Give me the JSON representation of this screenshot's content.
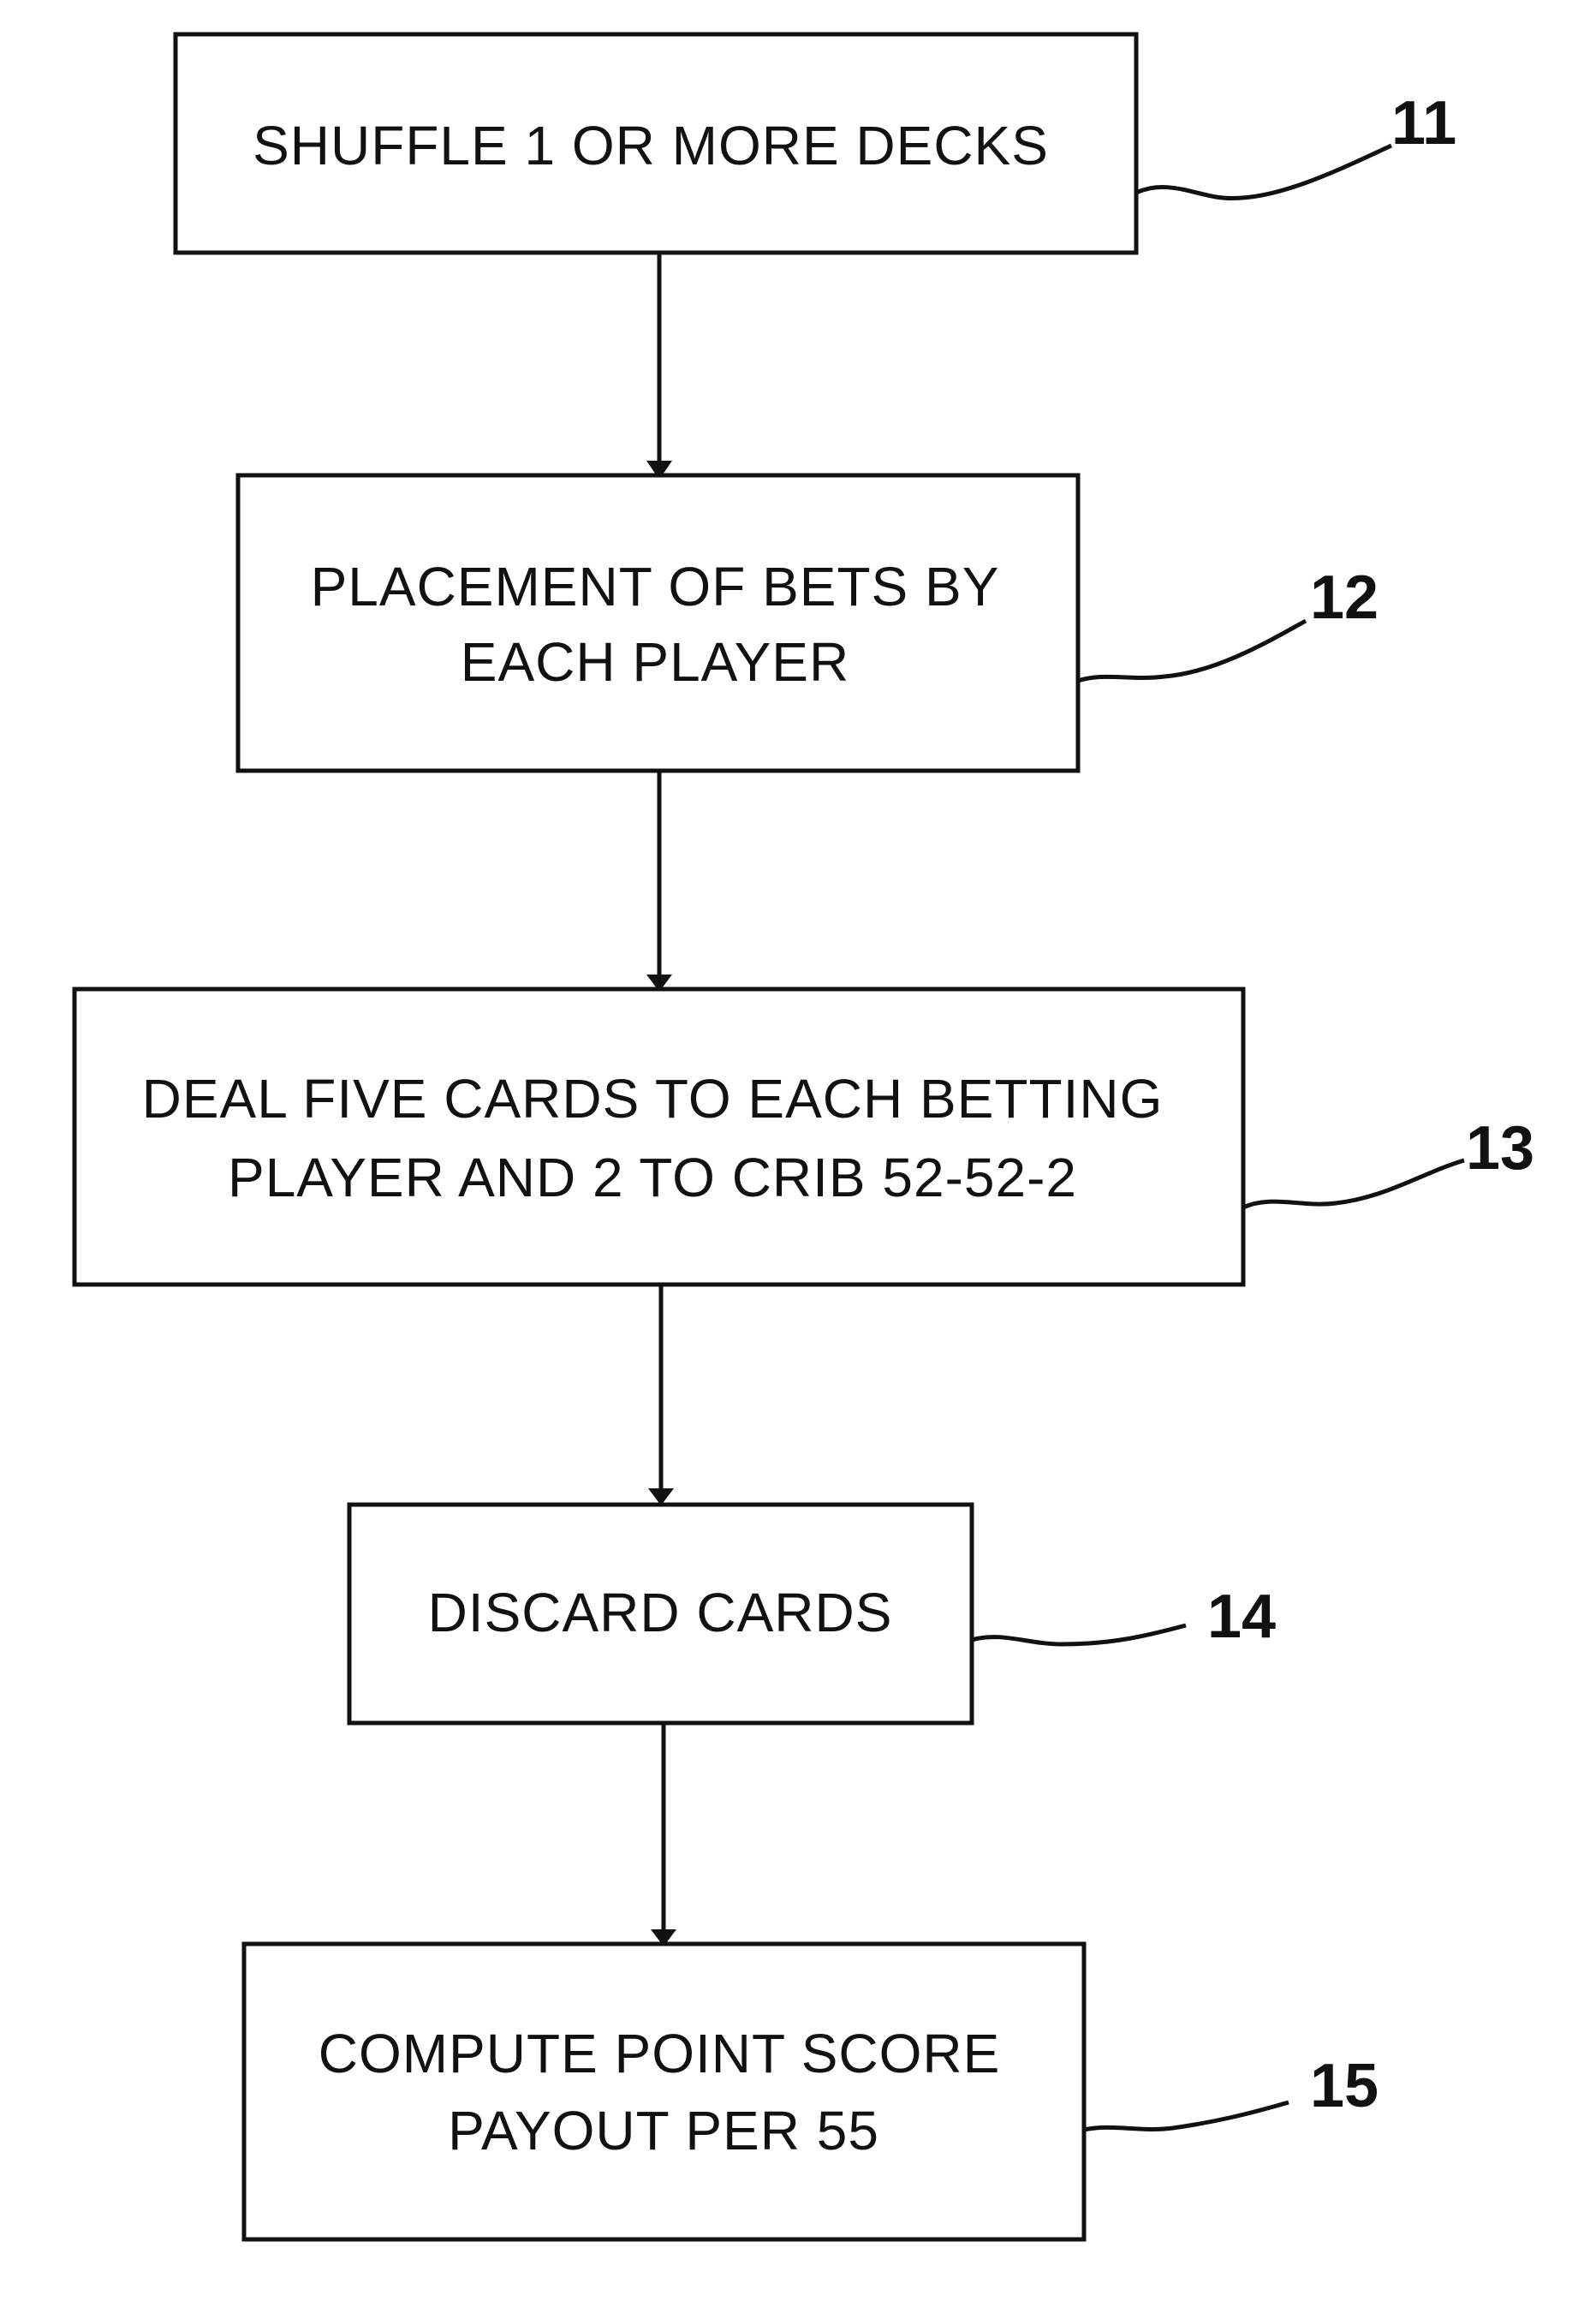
{
  "steps": [
    {
      "ref": "11",
      "lines": [
        "SHUFFLE 1 OR MORE DECKS"
      ]
    },
    {
      "ref": "12",
      "lines": [
        "PLACEMENT OF BETS BY",
        "EACH PLAYER"
      ]
    },
    {
      "ref": "13",
      "lines": [
        "DEAL FIVE CARDS TO EACH BETTING",
        "PLAYER AND 2 TO CRIB 52-52-2"
      ]
    },
    {
      "ref": "14",
      "lines": [
        "DISCARD CARDS"
      ]
    },
    {
      "ref": "15",
      "lines": [
        "COMPUTE POINT SCORE",
        "PAYOUT PER 55"
      ]
    }
  ]
}
